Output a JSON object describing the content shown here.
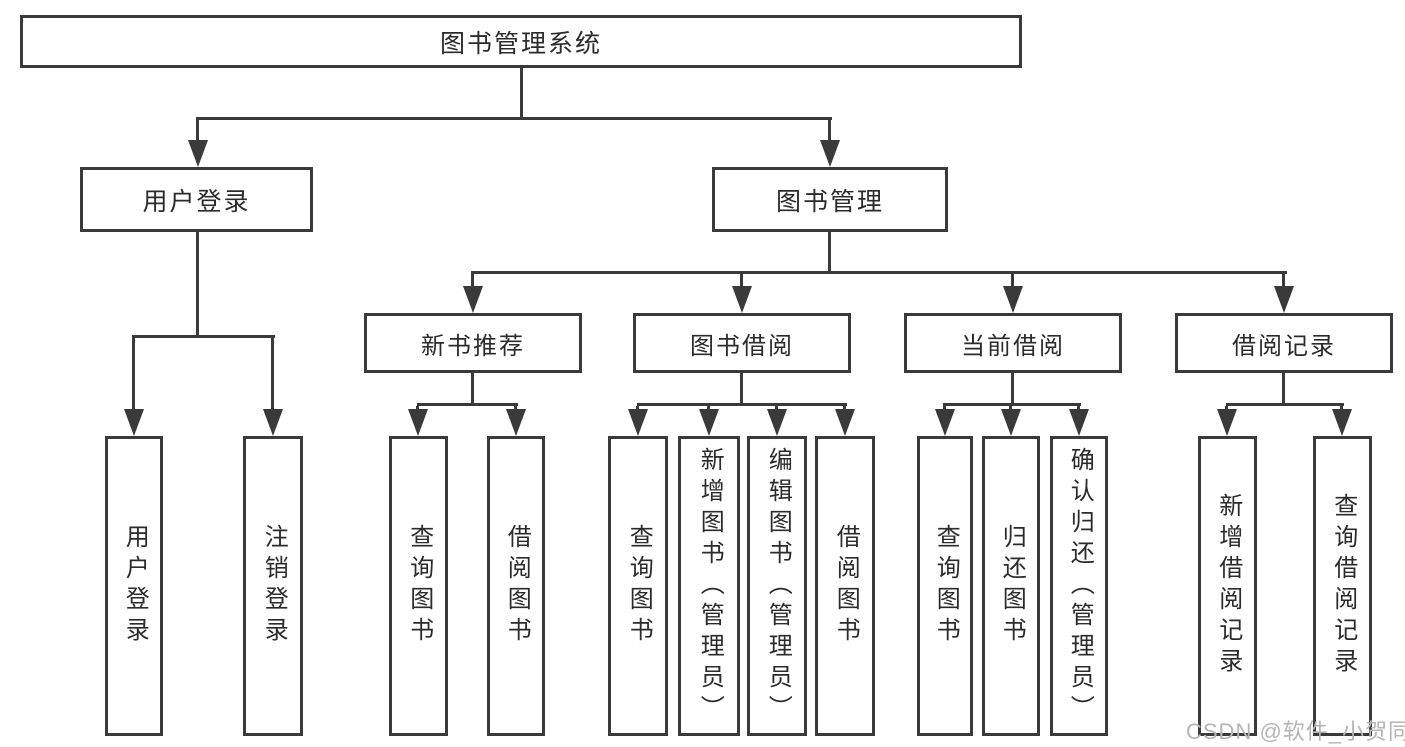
{
  "diagram_type": "hierarchy-tree",
  "nodes": {
    "root": "图书管理系统",
    "level2": [
      "用户登录",
      "图书管理"
    ],
    "level3": [
      "新书推荐",
      "图书借阅",
      "当前借阅",
      "借阅记录"
    ],
    "leaves": {
      "user_login": [
        "用户登录",
        "注销登录"
      ],
      "new_books": [
        "查询图书",
        "借阅图书"
      ],
      "book_borrow": [
        "查询图书",
        "新增图书（管理员）",
        "编辑图书（管理员）",
        "借阅图书"
      ],
      "current_borrow": [
        "查询图书",
        "归还图书",
        "确认归还（管理员）"
      ],
      "borrow_records": [
        "新增借阅记录",
        "查询借阅记录"
      ]
    }
  },
  "watermark": "CSDN @软件_小贺同学",
  "colors": {
    "line": "#3a3a3a",
    "text": "#2b2b2b",
    "background": "#ffffff",
    "watermark": "#b5b5b5"
  }
}
